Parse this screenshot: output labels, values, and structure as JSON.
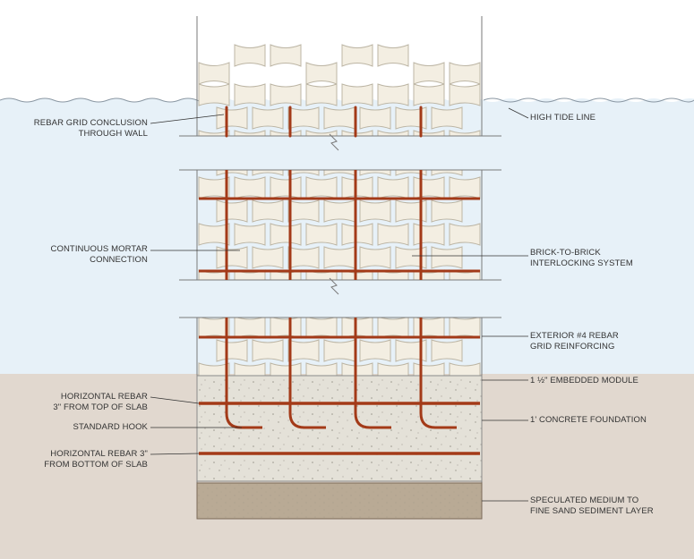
{
  "colors": {
    "water": "#e7f1f8",
    "ground": "#e1d8cf",
    "brick": "#f3eee2",
    "brick_edge": "#bcb5a4",
    "concrete": "#e4e1d8",
    "sediment": "#b9aa95",
    "rebar": "#a33a18",
    "leader": "#333333"
  },
  "rebar": {
    "vertical_count": 4,
    "horizontal_wall_count": 3,
    "slab_bar_count": 2
  },
  "labels": {
    "rebar_grid_conclusion": [
      "REBAR GRID CONCLUSION",
      "THROUGH WALL"
    ],
    "high_tide_line": [
      "HIGH TIDE LINE"
    ],
    "continuous_mortar": [
      "CONTINUOUS MORTAR",
      "CONNECTION"
    ],
    "brick_interlocking": [
      "BRICK-TO-BRICK",
      "INTERLOCKING SYSTEM"
    ],
    "exterior_rebar": [
      "EXTERIOR #4 REBAR",
      "GRID REINFORCING"
    ],
    "embedded_module": [
      "1 ½\" EMBEDDED MODULE"
    ],
    "horizontal_rebar_top": [
      "HORIZONTAL REBAR",
      "3\" FROM TOP OF SLAB"
    ],
    "standard_hook": [
      "STANDARD HOOK"
    ],
    "concrete_foundation": [
      "1' CONCRETE FOUNDATION"
    ],
    "horizontal_rebar_bottom": [
      "HORIZONTAL REBAR 3\"",
      "FROM BOTTOM OF SLAB"
    ],
    "sediment_layer": [
      "SPECULATED MEDIUM TO",
      "FINE SAND SEDIMENT LAYER"
    ]
  }
}
